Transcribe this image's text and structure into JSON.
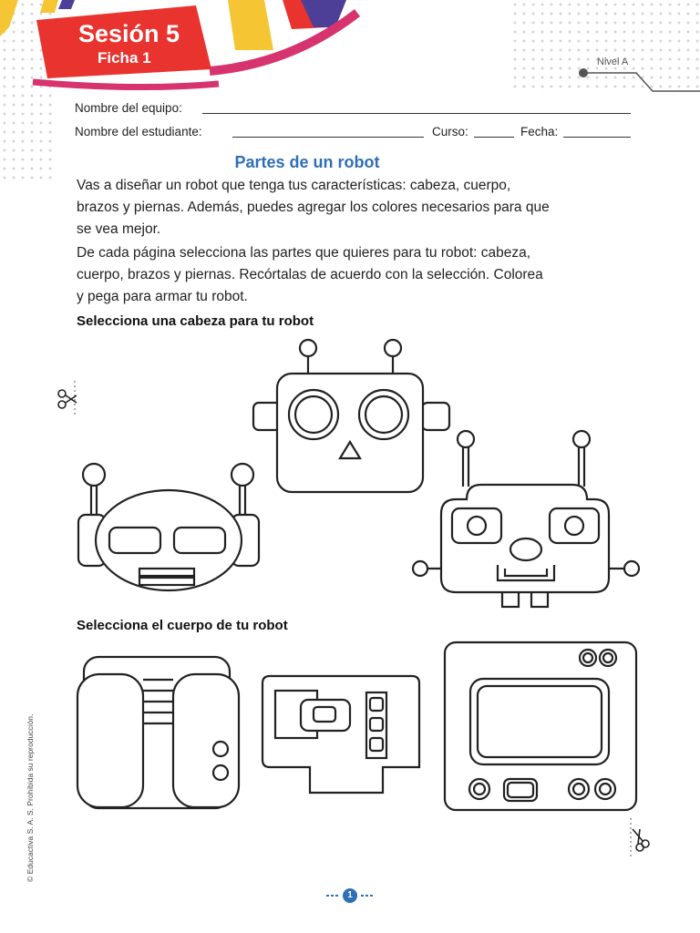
{
  "header": {
    "session": "Sesión 5",
    "sheet": "Ficha 1",
    "level": "Nivel A"
  },
  "form": {
    "team_label": "Nombre del equipo:",
    "student_label": "Nombre del estudiante:",
    "course_label": "Curso:",
    "date_label": "Fecha:"
  },
  "content": {
    "title": "Partes de un robot",
    "paragraph1": "Vas a diseñar un robot que tenga tus características: cabeza, cuerpo, brazos y piernas. Además, puedes agregar los colores necesarios para que se vea mejor.",
    "paragraph2": "De cada página selecciona las partes que quieres para tu robot: cabeza, cuerpo, brazos y piernas. Recórtalas de acuerdo con la selección. Colorea y pega para armar tu robot.",
    "section_heads": "Selecciona una cabeza para tu robot",
    "section_bodies": "Selecciona el cuerpo de tu robot"
  },
  "footer": {
    "copyright": "© Educactiva S. A. S. Prohibida su reproducción.",
    "page": "1"
  },
  "icons": {
    "scissors": "scissors-icon"
  },
  "colors": {
    "banner_red": "#e8332f",
    "title_blue": "#2e6fb7",
    "stripe_yellow": "#f5c533",
    "stripe_purple": "#4d3f97",
    "stripe_magenta": "#d7336f"
  }
}
